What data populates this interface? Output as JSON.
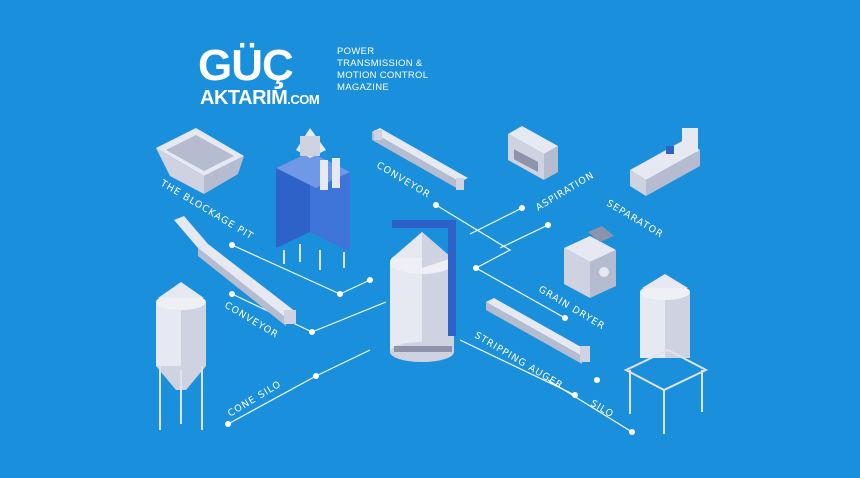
{
  "logo": {
    "main": "GÜÇ",
    "sub": "AKTARIM",
    "sub_suffix": ".COM",
    "tagline": [
      "POWER",
      "TRANSMISSION &",
      "MOTION CONTROL",
      "MAGAZINE"
    ]
  },
  "labels": {
    "blockage_pit": "THE BLOCKAGE PIT",
    "conveyor_top": "CONVEYOR",
    "aspiration": "ASPIRATION",
    "separator": "SEPARATOR",
    "conveyor_left": "CONVEYOR",
    "grain_dryer": "GRAIN DRYER",
    "stripping_auger": "STRIPPING AUGER",
    "cone_silo": "CONE SILO",
    "silo": "SILO"
  },
  "colors": {
    "background": "#1a8fdc",
    "equipment_light": "#e6e8f2",
    "equipment_shadow": "#b6bccf",
    "tower_blue": "#2f62c8",
    "line": "#ffffff"
  }
}
